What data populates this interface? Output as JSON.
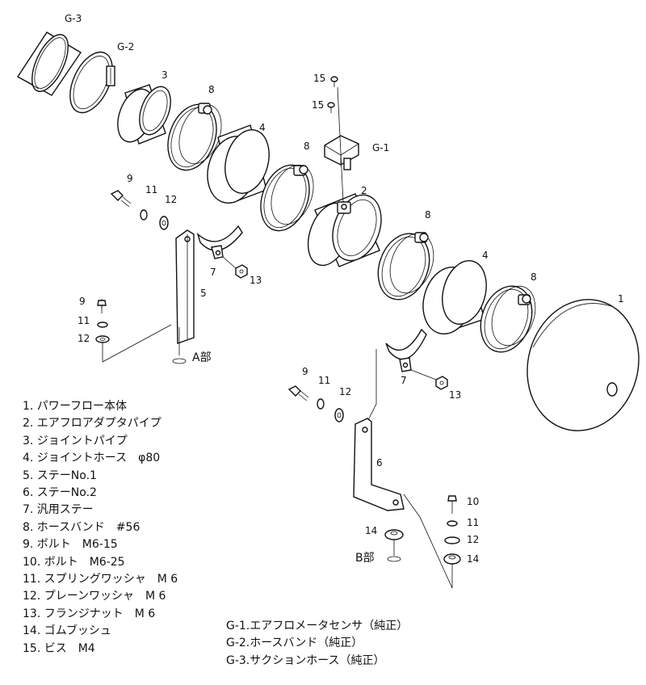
{
  "callouts": {
    "g3": "G-3",
    "g2": "G-2",
    "g1": "G-1",
    "p3": "3",
    "p8a": "8",
    "p8b": "8",
    "p8c": "8",
    "p8d": "8",
    "p4a": "4",
    "p4b": "4",
    "p2": "2",
    "p1": "1",
    "p15a": "15",
    "p15b": "15",
    "p9a": "9",
    "p11a": "11",
    "p12a": "12",
    "p7a": "7",
    "p13a": "13",
    "p5": "5",
    "p9b": "9",
    "p11b": "11",
    "p12b": "12",
    "p9c": "9",
    "p11c": "11",
    "p12c": "12",
    "p7b": "7",
    "p13b": "13",
    "p6": "6",
    "p10": "10",
    "p11d": "11",
    "p12d": "12",
    "p14a": "14",
    "p14b": "14",
    "detail_a": "A部",
    "detail_b": "B部"
  },
  "legend_left": [
    "1. パワーフロー本体",
    "2. エアフロアダプタパイプ",
    "3. ジョイントパイプ",
    "4. ジョイントホース　φ80",
    "5. ステーNo.1",
    "6. ステーNo.2",
    "7. 汎用ステー",
    "8. ホースバンド　#56",
    "9. ボルト　M6-15",
    "10. ボルト　M6-25",
    "11. スプリングワッシャ　M 6",
    "12. プレーンワッシャ　M 6",
    "13. フランジナット　M 6",
    "14. ゴムブッシュ",
    "15. ビス　M4"
  ],
  "legend_right": [
    "G-1.エアフロメータセンサ（純正）",
    "G-2.ホースバンド（純正）",
    "G-3.サクションホース（純正）"
  ]
}
